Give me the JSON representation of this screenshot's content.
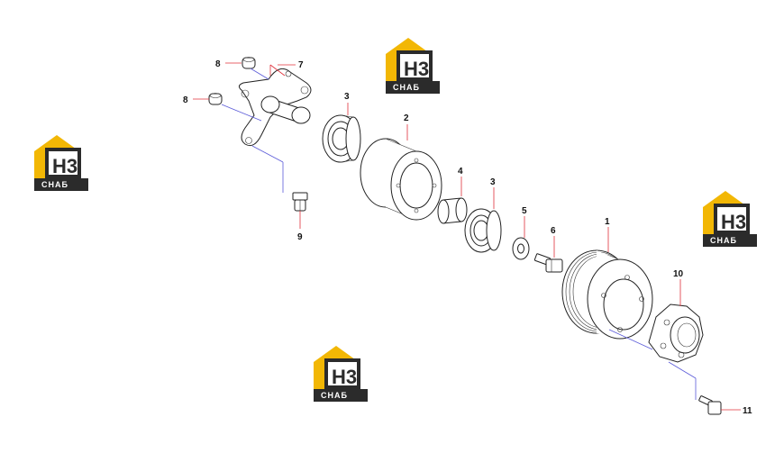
{
  "callouts": {
    "c1": "1",
    "c2": "2",
    "c3a": "3",
    "c3b": "3",
    "c4": "4",
    "c5": "5",
    "c6": "6",
    "c7": "7",
    "c8a": "8",
    "c8b": "8",
    "c9": "9",
    "c10": "10",
    "c11": "11"
  },
  "watermark": {
    "letters": "H3",
    "sub": "СНАБ",
    "primary": "#f2b705",
    "dark": "#2b2b2b"
  },
  "colors": {
    "leader_red": "#e0303a",
    "leader_blue": "#5a5ad8"
  }
}
